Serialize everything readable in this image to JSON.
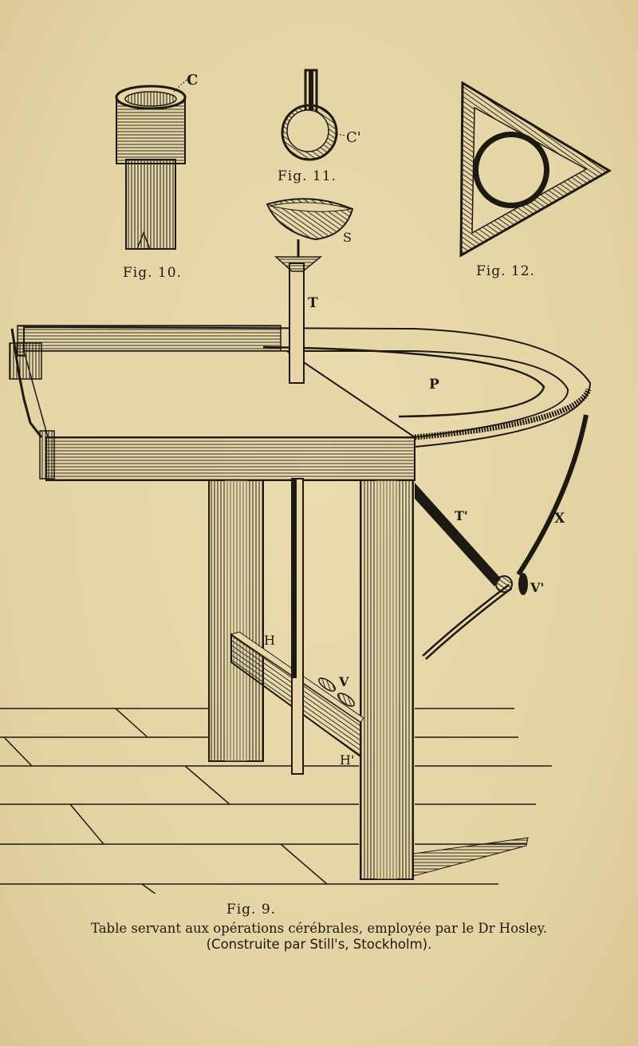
{
  "figures": {
    "fig10": {
      "label": "Fig. 10.",
      "part_letter": "C"
    },
    "fig11": {
      "label": "Fig. 11.",
      "part_letter": "C'"
    },
    "fig12": {
      "label": "Fig. 12."
    },
    "fig9": {
      "label": "Fig. 9.",
      "part_letters": {
        "s": "S",
        "t": "T",
        "p": "P",
        "t2": "T'",
        "x": "X",
        "v2": "V'",
        "h": "H",
        "v": "V",
        "h2": "H'"
      }
    }
  },
  "caption": {
    "line1": "Table servant aux opérations cérébrales, employée par le Dr Hosley.",
    "line2": "(Construite par Still's, Stockholm)."
  },
  "colors": {
    "paper": "#e6d6a8",
    "ink": "#1d1a14"
  }
}
